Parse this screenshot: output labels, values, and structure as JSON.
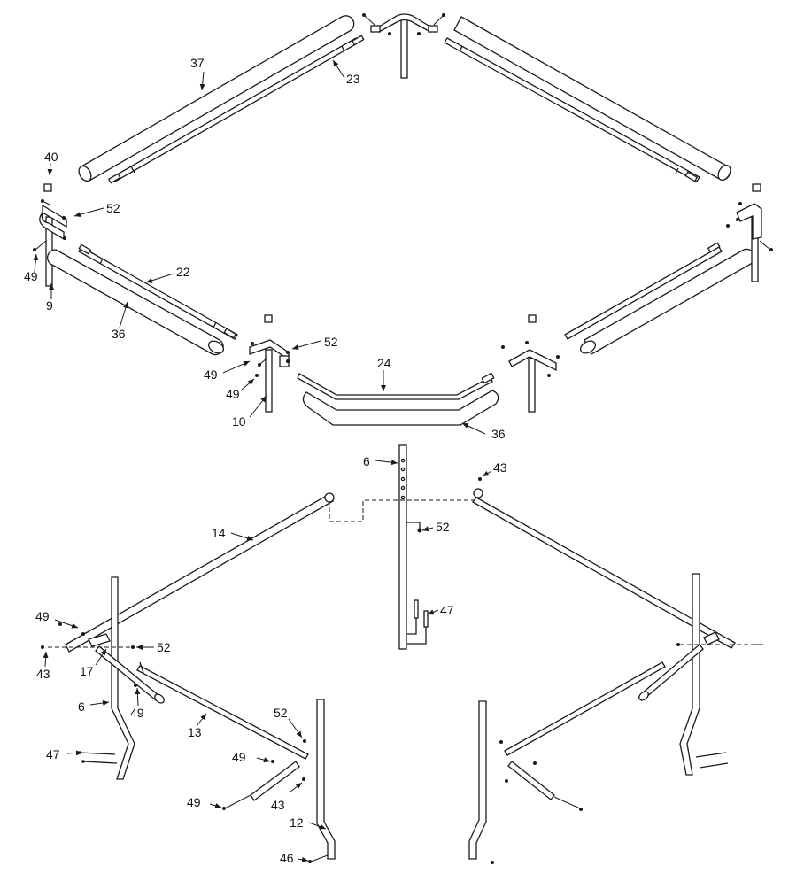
{
  "figure": "exploded parts diagram",
  "callouts": {
    "c37": "37",
    "c23": "23",
    "c40": "40",
    "c52a": "52",
    "c49a": "49",
    "c9": "9",
    "c22": "22",
    "c36a": "36",
    "c52b": "52",
    "c49b": "49",
    "c49c": "49",
    "c10": "10",
    "c24": "24",
    "c36b": "36",
    "c6a": "6",
    "c43a": "43",
    "c52c": "52",
    "c47a": "47",
    "c14": "14",
    "c49d": "49",
    "c52d": "52",
    "c43b": "43",
    "c17": "17",
    "c6b": "6",
    "c49e": "49",
    "c13": "13",
    "c52e": "52",
    "c49f": "49",
    "c47b": "47",
    "c43c": "43",
    "c49g": "49",
    "c12": "12",
    "c46": "46"
  }
}
